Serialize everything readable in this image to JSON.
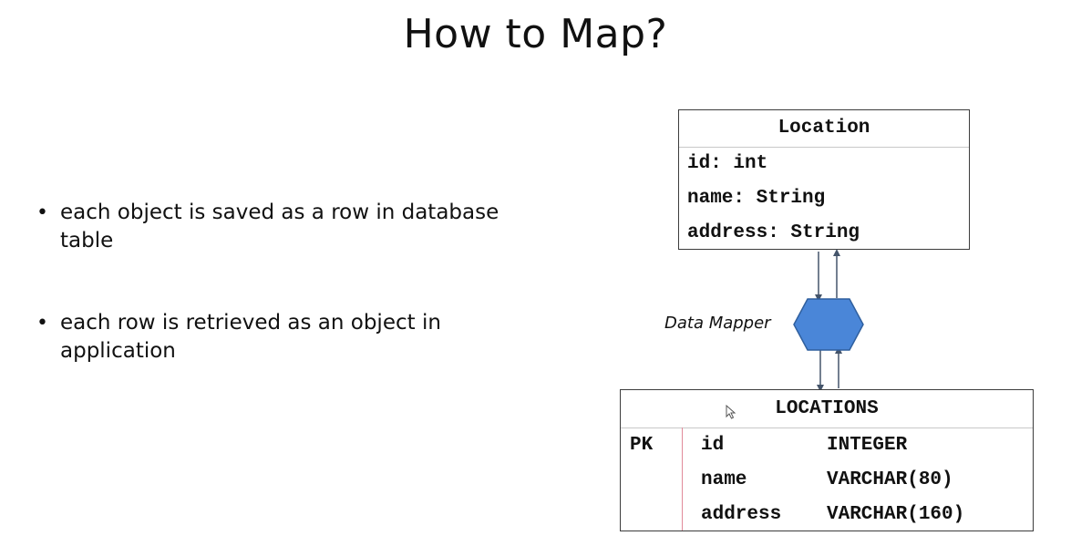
{
  "slide": {
    "title": "How to Map?"
  },
  "bullets": [
    "each object is saved as a row in database table",
    "each row is retrieved as an object in application"
  ],
  "class_box": {
    "name": "Location",
    "attributes": [
      "id: int",
      "name: String",
      "address: String"
    ]
  },
  "mapper": {
    "label": "Data Mapper",
    "shape": "hexagon",
    "fill_color": "#4a86d8",
    "stroke_color": "#2f5f9e"
  },
  "table_box": {
    "name": "LOCATIONS",
    "rows": [
      {
        "key": "PK",
        "column": "id",
        "type": "INTEGER"
      },
      {
        "key": "",
        "column": "name",
        "type": "VARCHAR(80)"
      },
      {
        "key": "",
        "column": "address",
        "type": "VARCHAR(160)"
      }
    ]
  },
  "icons": {
    "cursor": "mouse-pointer-icon"
  },
  "colors": {
    "arrow": "#44546a",
    "border": "#3c3c3c",
    "pk_divider": "#e08a9a"
  }
}
